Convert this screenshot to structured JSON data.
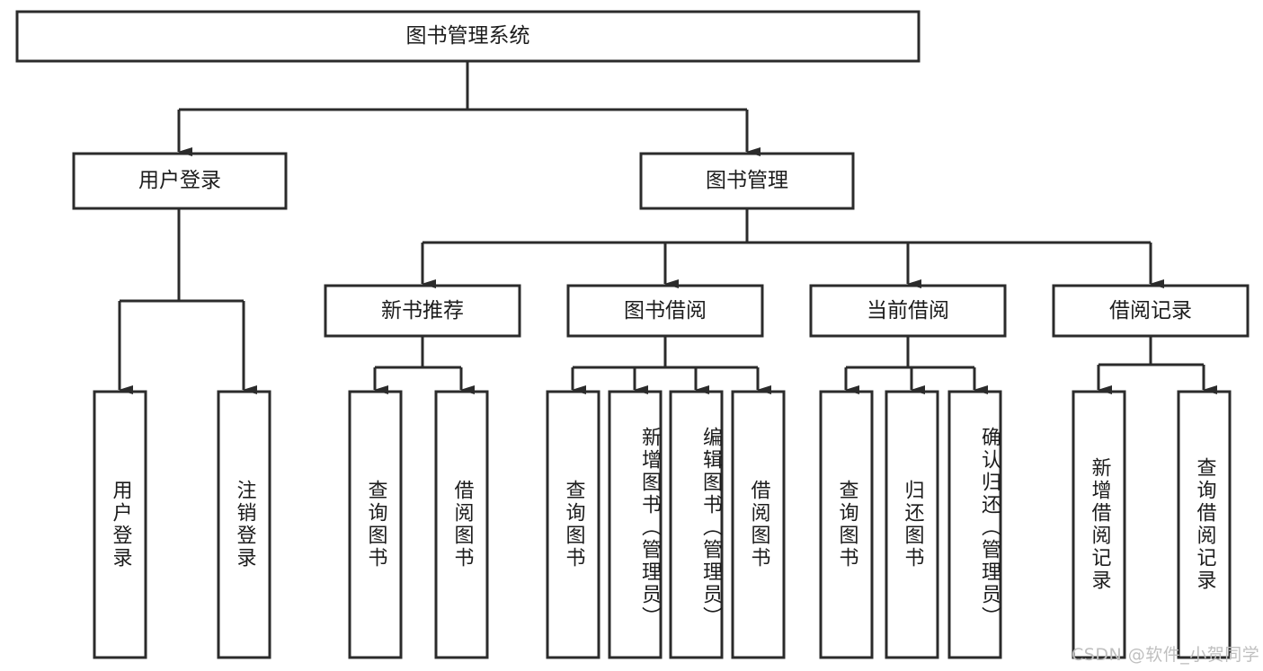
{
  "diagram": {
    "type": "tree-hierarchy",
    "title": "图书管理系统",
    "watermark": "CSDN @软件_小贺同学",
    "colors": {
      "box_stroke": "#2b2b2b",
      "box_fill": "#ffffff",
      "text": "#1c1c1c",
      "background": "#ffffff",
      "watermark": "#bfbfbf"
    },
    "levels": [
      {
        "level": 1,
        "nodes": [
          {
            "id": "root",
            "label": "图书管理系统",
            "orientation": "horizontal"
          }
        ]
      },
      {
        "level": 2,
        "nodes": [
          {
            "id": "user-login",
            "label": "用户登录",
            "orientation": "horizontal",
            "parent": "root"
          },
          {
            "id": "book-management",
            "label": "图书管理",
            "orientation": "horizontal",
            "parent": "root"
          }
        ]
      },
      {
        "level": 3,
        "nodes": [
          {
            "id": "new-book-recommend",
            "label": "新书推荐",
            "orientation": "horizontal",
            "parent": "book-management"
          },
          {
            "id": "book-borrow",
            "label": "图书借阅",
            "orientation": "horizontal",
            "parent": "book-management"
          },
          {
            "id": "current-borrow",
            "label": "当前借阅",
            "orientation": "horizontal",
            "parent": "book-management"
          },
          {
            "id": "borrow-record",
            "label": "借阅记录",
            "orientation": "horizontal",
            "parent": "book-management"
          }
        ]
      },
      {
        "level": 4,
        "nodes": [
          {
            "id": "leaf-user-login",
            "label": "用户登录",
            "orientation": "vertical",
            "parent": "user-login"
          },
          {
            "id": "leaf-logout",
            "label": "注销登录",
            "orientation": "vertical",
            "parent": "user-login"
          },
          {
            "id": "leaf-query-book-1",
            "label": "查询图书",
            "orientation": "vertical",
            "parent": "new-book-recommend"
          },
          {
            "id": "leaf-borrow-book-1",
            "label": "借阅图书",
            "orientation": "vertical",
            "parent": "new-book-recommend"
          },
          {
            "id": "leaf-query-book-2",
            "label": "查询图书",
            "orientation": "vertical",
            "parent": "book-borrow"
          },
          {
            "id": "leaf-add-book",
            "label": "新增图书（管理员）",
            "orientation": "vertical",
            "parent": "book-borrow"
          },
          {
            "id": "leaf-edit-book",
            "label": "编辑图书（管理员）",
            "orientation": "vertical",
            "parent": "book-borrow"
          },
          {
            "id": "leaf-borrow-book-2",
            "label": "借阅图书",
            "orientation": "vertical",
            "parent": "book-borrow"
          },
          {
            "id": "leaf-query-book-3",
            "label": "查询图书",
            "orientation": "vertical",
            "parent": "current-borrow"
          },
          {
            "id": "leaf-return-book",
            "label": "归还图书",
            "orientation": "vertical",
            "parent": "current-borrow"
          },
          {
            "id": "leaf-confirm-return",
            "label": "确认归还（管理员）",
            "orientation": "vertical",
            "parent": "current-borrow"
          },
          {
            "id": "leaf-add-record",
            "label": "新增借阅记录",
            "orientation": "vertical",
            "parent": "borrow-record"
          },
          {
            "id": "leaf-query-record",
            "label": "查询借阅记录",
            "orientation": "vertical",
            "parent": "borrow-record"
          }
        ]
      }
    ]
  }
}
